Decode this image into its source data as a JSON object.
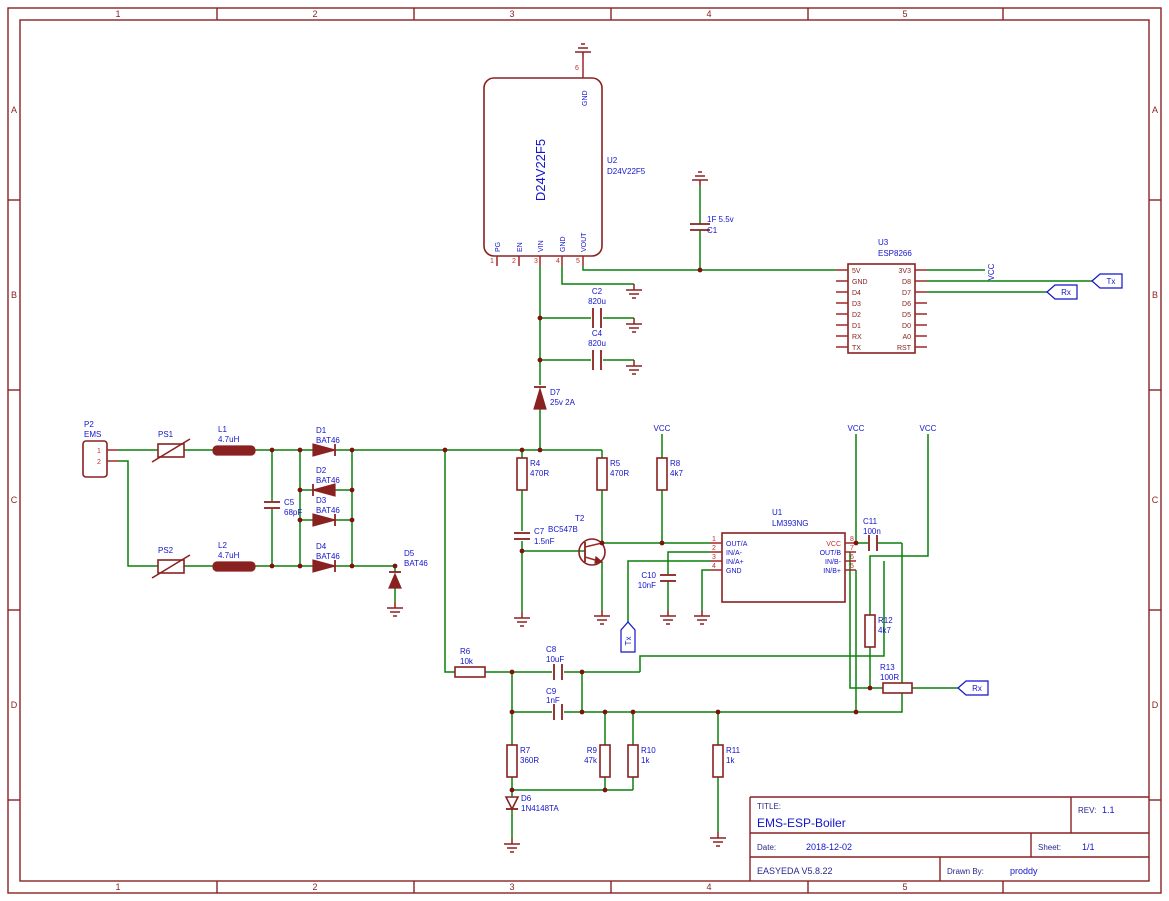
{
  "frame": {
    "cols": [
      "1",
      "2",
      "3",
      "4",
      "5"
    ],
    "rows": [
      "A",
      "B",
      "C",
      "D"
    ]
  },
  "nets": {
    "vcc": "VCC",
    "tx": "Tx",
    "rx": "Rx"
  },
  "u2": {
    "ref": "U2",
    "part": "D24V22F5",
    "body_label": "D24V22F5",
    "pin_numbers": [
      "1",
      "2",
      "3",
      "4",
      "5",
      "6"
    ],
    "pin_names": [
      "PG",
      "EN",
      "VIN",
      "GND",
      "VOUT",
      "GND"
    ]
  },
  "u3": {
    "ref": "U3",
    "part": "ESP8266",
    "left": [
      "5V",
      "GND",
      "D4",
      "D3",
      "D2",
      "D1",
      "RX",
      "TX"
    ],
    "right": [
      "3V3",
      "D8",
      "D7",
      "D6",
      "D5",
      "D0",
      "A0",
      "RST"
    ]
  },
  "u1": {
    "ref": "U1",
    "part": "LM393NG",
    "left": [
      "OUT/A",
      "IN/A-",
      "IN/A+",
      "GND"
    ],
    "left_nums": [
      "1",
      "2",
      "3",
      "4"
    ],
    "right": [
      "VCC",
      "OUT/B",
      "IN/B-",
      "IN/B+"
    ],
    "right_nums": [
      "8",
      "7",
      "6",
      "5"
    ]
  },
  "parts": {
    "C1": {
      "ref": "C1",
      "val": "1F 5.5v"
    },
    "C2": {
      "ref": "C2",
      "val": "820u"
    },
    "C4": {
      "ref": "C4",
      "val": "820u"
    },
    "C5": {
      "ref": "C5",
      "val": "68pF"
    },
    "C7": {
      "ref": "C7",
      "val": "1.5nF"
    },
    "C8": {
      "ref": "C8",
      "val": "10uF"
    },
    "C9": {
      "ref": "C9",
      "val": "1nF"
    },
    "C10": {
      "ref": "C10",
      "val": "10nF"
    },
    "C11": {
      "ref": "C11",
      "val": "100n"
    },
    "D1": {
      "ref": "D1",
      "val": "BAT46"
    },
    "D2": {
      "ref": "D2",
      "val": "BAT46"
    },
    "D3": {
      "ref": "D3",
      "val": "BAT46"
    },
    "D4": {
      "ref": "D4",
      "val": "BAT46"
    },
    "D5": {
      "ref": "D5",
      "val": "BAT46"
    },
    "D6": {
      "ref": "D6",
      "val": "1N4148TA"
    },
    "D7": {
      "ref": "D7",
      "val": "25v 2A"
    },
    "L1": {
      "ref": "L1",
      "val": "4.7uH"
    },
    "L2": {
      "ref": "L2",
      "val": "4.7uH"
    },
    "P2": {
      "ref": "P2",
      "val": "EMS",
      "pin1": "1",
      "pin2": "2"
    },
    "PS1": {
      "ref": "PS1"
    },
    "PS2": {
      "ref": "PS2"
    },
    "R4": {
      "ref": "R4",
      "val": "470R"
    },
    "R5": {
      "ref": "R5",
      "val": "470R"
    },
    "R6": {
      "ref": "R6",
      "val": "10k"
    },
    "R7": {
      "ref": "R7",
      "val": "360R"
    },
    "R8": {
      "ref": "R8",
      "val": "4k7"
    },
    "R9": {
      "ref": "R9",
      "val": "47k"
    },
    "R10": {
      "ref": "R10",
      "val": "1k"
    },
    "R11": {
      "ref": "R11",
      "val": "1k"
    },
    "R12": {
      "ref": "R12",
      "val": "4k7"
    },
    "R13": {
      "ref": "R13",
      "val": "100R"
    },
    "T2": {
      "ref": "T2",
      "val": "BC547B"
    }
  },
  "title_block": {
    "title_label": "TITLE:",
    "title": "EMS-ESP-Boiler",
    "rev_label": "REV:",
    "rev": "1.1",
    "date_label": "Date:",
    "date": "2018-12-02",
    "sheet_label": "Sheet:",
    "sheet": "1/1",
    "tool_version": "EASYEDA V5.8.22",
    "drawn_by_label": "Drawn By:",
    "drawn_by": "proddy"
  },
  "colors": {
    "symbol": "#8a2121",
    "wire": "#0a800a",
    "text_blue": "#1313cd",
    "junction": "#7d1212"
  }
}
